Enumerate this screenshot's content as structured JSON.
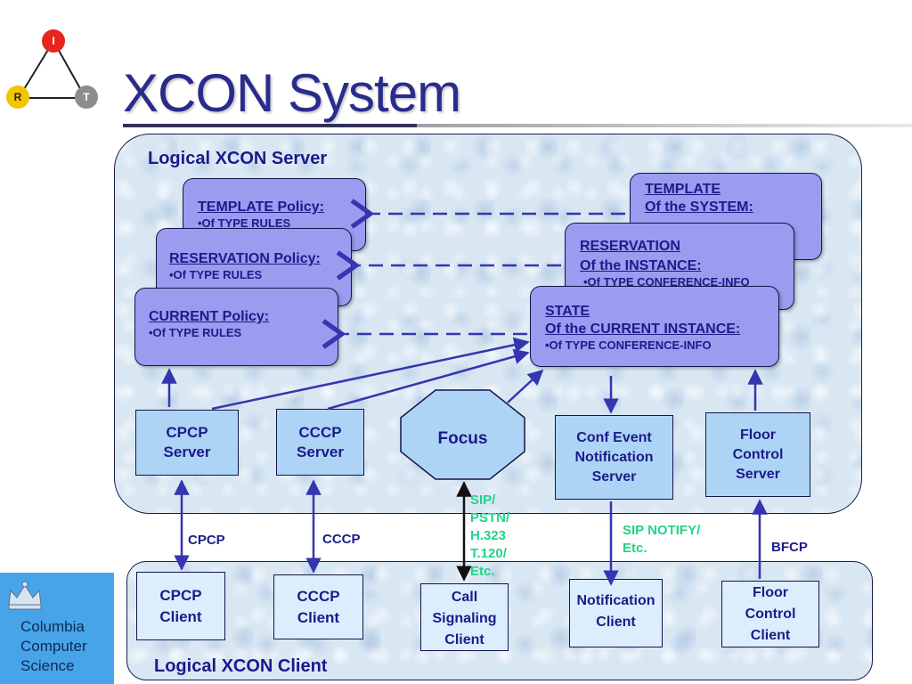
{
  "title": "XCON System",
  "logo": {
    "top": "I",
    "left": "R",
    "right": "T"
  },
  "server": {
    "label": "Logical XCON Server",
    "template_policy": {
      "title": "TEMPLATE  Policy:",
      "sub": "•Of TYPE RULES"
    },
    "reservation_policy": {
      "title": "RESERVATION Policy:",
      "sub": "•Of TYPE RULES"
    },
    "current_policy": {
      "title": "CURRENT Policy:",
      "sub": "•Of TYPE RULES"
    },
    "template_system": {
      "title1": "TEMPLATE",
      "title2": "Of the SYSTEM:"
    },
    "reservation_instance": {
      "title1": "RESERVATION",
      "title2": "Of the INSTANCE:",
      "sub": "•Of TYPE CONFERENCE-INFO"
    },
    "state": {
      "title1": "STATE",
      "title2": "Of the CURRENT INSTANCE:",
      "sub": "•Of TYPE CONFERENCE-INFO"
    },
    "cpcp_server": [
      "CPCP",
      "Server"
    ],
    "cccp_server": [
      "CCCP",
      "Server"
    ],
    "focus": "Focus",
    "conf_event": [
      "Conf  Event",
      "Notification",
      "Server"
    ],
    "floor_control": [
      "Floor",
      "Control",
      "Server"
    ]
  },
  "client": {
    "label": "Logical XCON Client",
    "cpcp_client": [
      "CPCP",
      "Client"
    ],
    "cccp_client": [
      "CCCP",
      "Client"
    ],
    "call_signaling": [
      "Call",
      "Signaling",
      "Client"
    ],
    "notification_client": [
      "Notification",
      "Client"
    ],
    "floor_client": [
      "Floor",
      "Control",
      "Client"
    ]
  },
  "protocols": {
    "cpcp": "CPCP",
    "cccp": "CCCP",
    "sip": [
      "SIP/",
      "PSTN/",
      "H.323",
      "T.120/",
      "Etc."
    ],
    "sip_notify": [
      "SIP NOTIFY/",
      "Etc."
    ],
    "bfcp": "BFCP"
  },
  "institution": [
    "Columbia",
    "Computer",
    "Science"
  ],
  "colors": {
    "title": "#2a2c8c",
    "policy_fill": "#9b9bf0",
    "server_box": "#aed4f5",
    "client_box": "#dcedfd",
    "arrow": "#3535b0",
    "protocol_green": "#22d488"
  }
}
